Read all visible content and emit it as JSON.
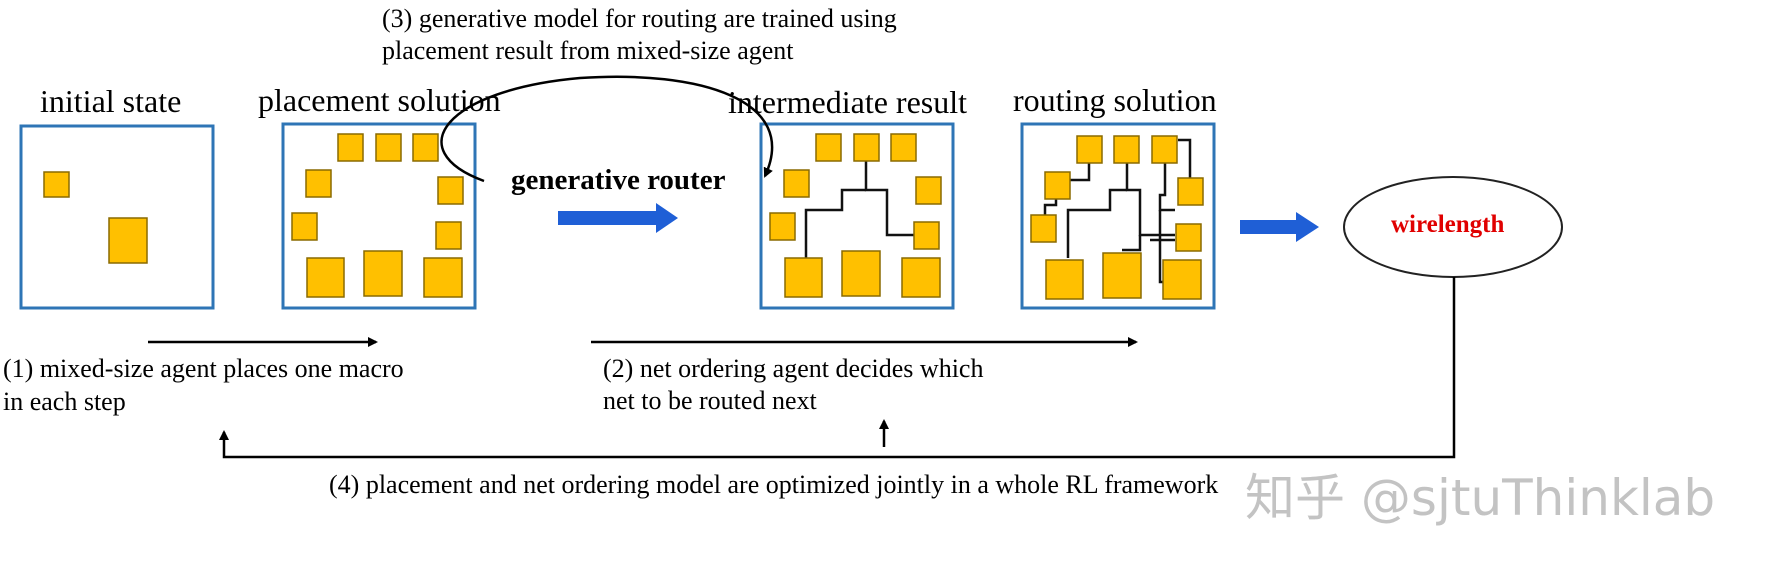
{
  "stages": {
    "initial": "initial state",
    "placement": "placement solution",
    "intermediate": "intermediate result",
    "routing": "routing solution"
  },
  "router_label": "generative router",
  "metric_label": "wirelength",
  "notes": {
    "step1_line1": "(1)  mixed-size agent places one macro",
    "step1_line2": "in each step",
    "step2_line1": "(2) net ordering agent decides which",
    "step2_line2": "net to be routed next",
    "step3_line1": "(3) generative model for routing are trained using",
    "step3_line2": "placement result from mixed-size agent",
    "step4": "(4) placement and net ordering model are optimized jointly in a whole RL framework"
  },
  "watermark": "知乎 @sjtuThinklab",
  "colors": {
    "box_border": "#2e75b6",
    "macro_fill": "#ffc000",
    "macro_stroke": "#7f6000",
    "blue_arrow": "#1f5fd6",
    "metric_text": "#e00000"
  }
}
